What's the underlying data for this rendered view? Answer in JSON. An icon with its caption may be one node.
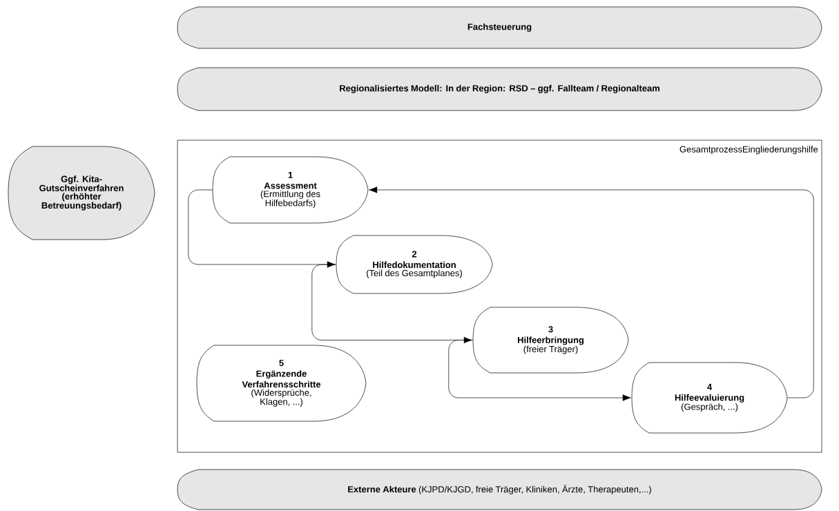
{
  "diagram": {
    "nodes": [
      {
        "text": [
          "Fachsteuerung"
        ]
      },
      {
        "text": [
          "Regionalisiertes Modell: In der Region: RSD – ggf. Fallteam / Regionalteam"
        ]
      },
      {
        "text": [
          "Ggf. Kita-Gutscheinverfahren (erhöhter Betreuungsbedarf)"
        ]
      },
      {
        "text": [
          "GesamtprozessEingliederungshilfe"
        ]
      },
      {
        "text": [
          "1",
          "Assessment",
          "(Ermittlung des Hilfebedarfs)"
        ],
        "in": 3
      },
      {
        "text": [
          "2",
          "Hilfedokumentation",
          "(Teil des Gesamtplanes)"
        ],
        "in": 3
      },
      {
        "text": [
          "3",
          "Hilfeerbringung",
          "(freier Träger)"
        ],
        "in": 3
      },
      {
        "text": [
          "4",
          "Hilfeevaluierung",
          "(Gespräch, ...)"
        ],
        "in": 3
      },
      {
        "text": [
          "5",
          "Ergänzende Verfahrensschritte",
          "(Widersprüche, Klagen, ...)"
        ],
        "in": 3
      },
      {
        "text": [
          "**Externe Akteure** (KJPD/KJGD, freie Träger, Kliniken, Ärzte, Therapeuten,...)"
        ]
      }
    ],
    "edges": [
      {
        "from": 4,
        "to": 5,
        "arrow": "to"
      },
      {
        "from": 5,
        "to": 6,
        "arrow": "to"
      },
      {
        "from": 6,
        "to": 7,
        "arrow": "to"
      },
      {
        "from": 7,
        "to": 4,
        "arrow": "to"
      }
    ]
  }
}
